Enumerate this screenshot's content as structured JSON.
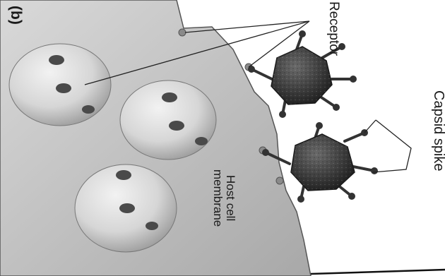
{
  "figure": {
    "panel_label": "(b)",
    "labels": {
      "receptor": "Receptor",
      "capsid_spike": "Capsid spike",
      "host_cell_membrane_line1": "Host cell",
      "host_cell_membrane_line2": "membrane"
    },
    "colors": {
      "background": "#ffffff",
      "cell_surface": "#bdbdbd",
      "virus_capsid": "#3c3c3c",
      "ink": "#1a1a1a"
    }
  }
}
